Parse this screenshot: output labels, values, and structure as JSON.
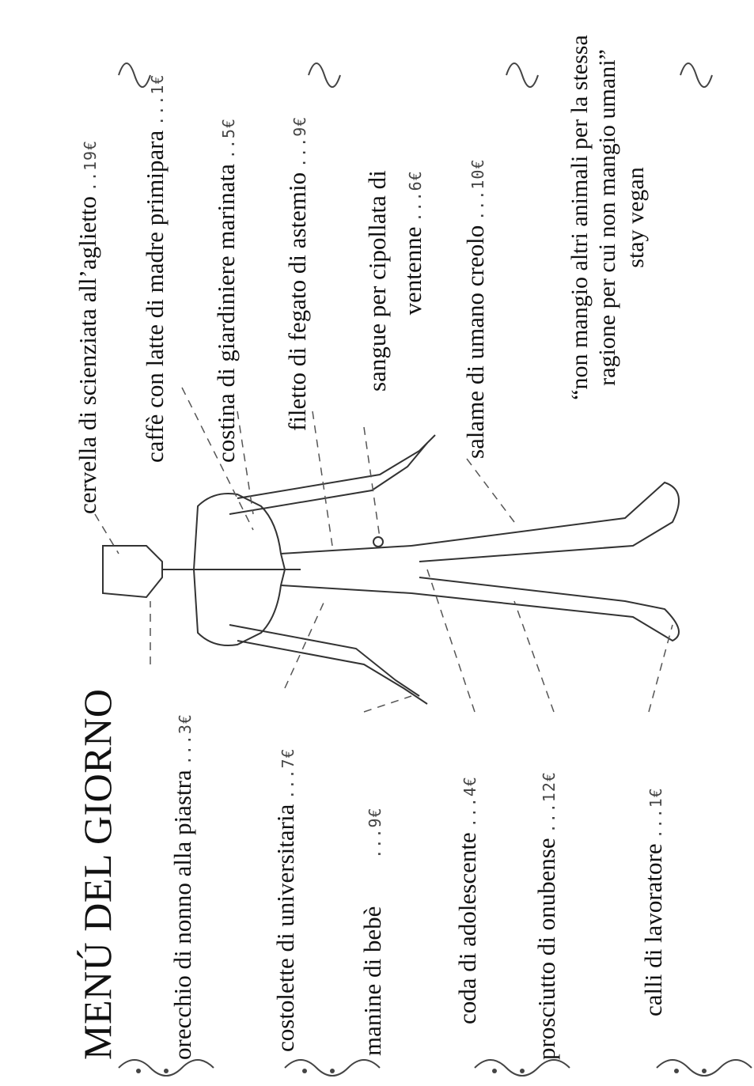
{
  "menu": {
    "title": "MENÚ DEL GIORNO",
    "items": [
      {
        "label": "cervella di scienziata all’aglietto",
        "price": "..19€"
      },
      {
        "label": "caffè con latte di madre primipara",
        "price": "...1€"
      },
      {
        "label": "costina di giardiniere marinata",
        "price": "..5€"
      },
      {
        "label": "filetto di fegato di astemio",
        "price": "...9€"
      },
      {
        "label_line1": "sangue per cipollata di",
        "label_line2": "ventenne",
        "price": "...6€"
      },
      {
        "label": "salame di umano creolo",
        "price": "...10€"
      },
      {
        "label": "orecchio di nonno alla piastra",
        "price": "...3€"
      },
      {
        "label": "costolette di universitaria",
        "price": "...7€"
      },
      {
        "label": "manine di bebè",
        "price": "...9€"
      },
      {
        "label": "coda di adolescente",
        "price": "...4€"
      },
      {
        "label": "prosciutto di onubense",
        "price": "...12€"
      },
      {
        "label": "calli di lavoratore",
        "price": "...1€"
      }
    ]
  },
  "quote": {
    "line1": "“non mangio altri animali per la stessa",
    "line2": "ragione per cui non mangio umani”",
    "line3": "stay vegan"
  },
  "colors": {
    "ink": "#111111",
    "sketch": "#333333",
    "background": "#ffffff"
  }
}
